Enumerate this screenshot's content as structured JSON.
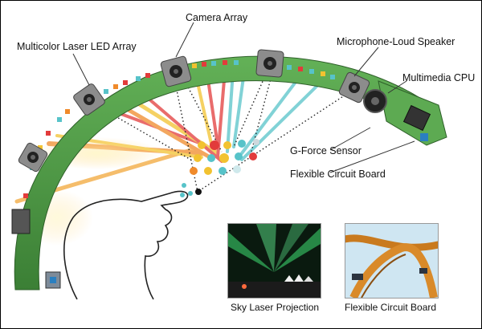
{
  "labels": {
    "camera_array": "Camera Array",
    "multicolor_laser": "Multicolor Laser LED Array",
    "microphone_speaker": "Microphone-Loud Speaker",
    "multimedia_cpu": "Multimedia CPU",
    "g_force_sensor": "G-Force Sensor",
    "flexible_board": "Flexible Circuit Board"
  },
  "photos": {
    "sky_laser_caption": "Sky Laser Projection",
    "flex_board_caption": "Flexible Circuit Board"
  },
  "colors": {
    "board_green": "#4f9a45",
    "laser_red": "#e23b3b",
    "laser_yellow": "#f2c230",
    "laser_orange": "#f08a2a",
    "laser_cyan": "#57c3c9",
    "module_gray": "#8c8c8c"
  }
}
